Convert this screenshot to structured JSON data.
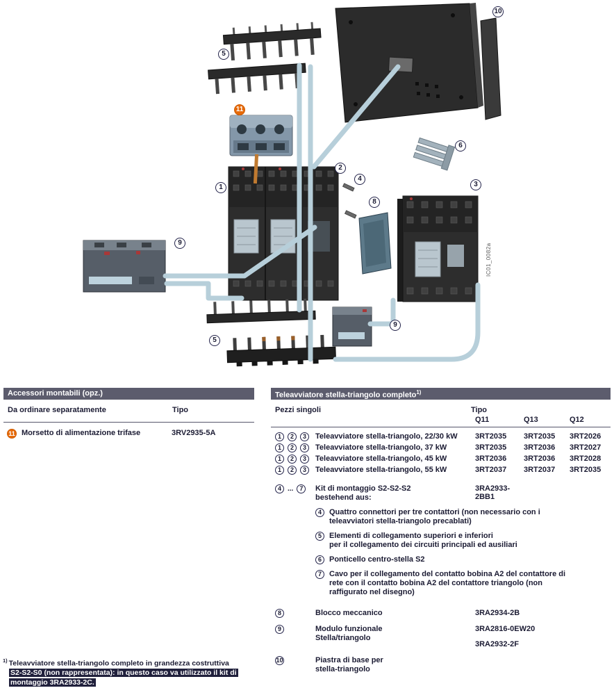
{
  "diagram": {
    "figure_id": "IC01_0082a",
    "callouts": [
      {
        "label": "5"
      },
      {
        "label": "11"
      },
      {
        "label": "10"
      },
      {
        "label": "2"
      },
      {
        "label": "4"
      },
      {
        "label": "6"
      },
      {
        "label": "1"
      },
      {
        "label": "3"
      },
      {
        "label": "8"
      },
      {
        "label": "9"
      },
      {
        "label": "9"
      },
      {
        "label": "5"
      }
    ]
  },
  "left_table": {
    "title": "Accessori montabili (opz.)",
    "col1": "Da ordinare separatamente",
    "col2": "Tipo",
    "row": {
      "num": "11",
      "label": "Morsetto di alimentazione trifase",
      "tipo": "3RV2935-5A"
    }
  },
  "right_table": {
    "title": "Teleavviatore stella-triangolo completo",
    "title_sup": "1)",
    "col1": "Pezzi singoli",
    "col2": "Tipo",
    "subcols": [
      "Q11",
      "Q13",
      "Q12"
    ],
    "variant_rows": [
      {
        "nums": [
          "1",
          "2",
          "3"
        ],
        "label": "Teleavviatore stella-triangolo, 22/30 kW",
        "q11": "3RT2035",
        "q13": "3RT2035",
        "q12": "3RT2026"
      },
      {
        "nums": [
          "1",
          "2",
          "3"
        ],
        "label": "Teleavviatore stella-triangolo, 37 kW",
        "q11": "3RT2035",
        "q13": "3RT2036",
        "q12": "3RT2027"
      },
      {
        "nums": [
          "1",
          "2",
          "3"
        ],
        "label": "Teleavviatore stella-triangolo, 45 kW",
        "q11": "3RT2036",
        "q13": "3RT2036",
        "q12": "3RT2028"
      },
      {
        "nums": [
          "1",
          "2",
          "3"
        ],
        "label": "Teleavviatore stella-triangolo, 55 kW",
        "q11": "3RT2037",
        "q13": "3RT2037",
        "q12": "3RT2035"
      }
    ],
    "kit_row": {
      "num_start": "4",
      "ellipsis": "...",
      "num_end": "7",
      "label_line1": "Kit di montaggio S2-S2-S2",
      "label_line2": "bestehend aus:",
      "tipo": "3RA2933-2BB1"
    },
    "kit_items": [
      {
        "num": "4",
        "lines": [
          "Quattro connettori per tre contattori (non necessario con i",
          "teleavviatori stella-triangolo precablati)"
        ]
      },
      {
        "num": "5",
        "lines": [
          "Elementi di collegamento superiori e inferiori",
          "per il collegamento dei circuiti principali ed ausiliari"
        ]
      },
      {
        "num": "6",
        "lines": [
          "Ponticello centro-stella S2"
        ]
      },
      {
        "num": "7",
        "lines": [
          "Cavo per il collegamento del contatto bobina A2 del contattore di",
          "rete con il contatto bobina A2 del contattore triangolo (non",
          "raffigurato nel disegno)"
        ]
      }
    ],
    "extra_rows": [
      {
        "num": "8",
        "label1": "Blocco meccanico",
        "label2": "",
        "tipo": "3RA2934-2B",
        "tipo2": ""
      },
      {
        "num": "9",
        "label1": "Modulo funzionale",
        "label2": "Stella/triangolo",
        "tipo": "3RA2816-0EW20",
        "tipo2": "3RA2932-2F"
      },
      {
        "num": "10",
        "label1": "Piastra di base per",
        "label2": "stella-triangolo",
        "tipo": "",
        "tipo2": ""
      }
    ]
  },
  "footnote": {
    "sup": "1)",
    "line1": "Teleavviatore stella-triangolo completo in grandezza costruttiva",
    "line2": "S2-S2-S0 (non rappresentata): in questo caso va utilizzato il kit di",
    "line3": "montaggio 3RA2933-2C."
  },
  "colors": {
    "accent_orange": "#e66a0a",
    "table_band_bg": "#5c5c6d",
    "cable_blue": "#b7cfda",
    "highlight_bg": "#20203c"
  }
}
